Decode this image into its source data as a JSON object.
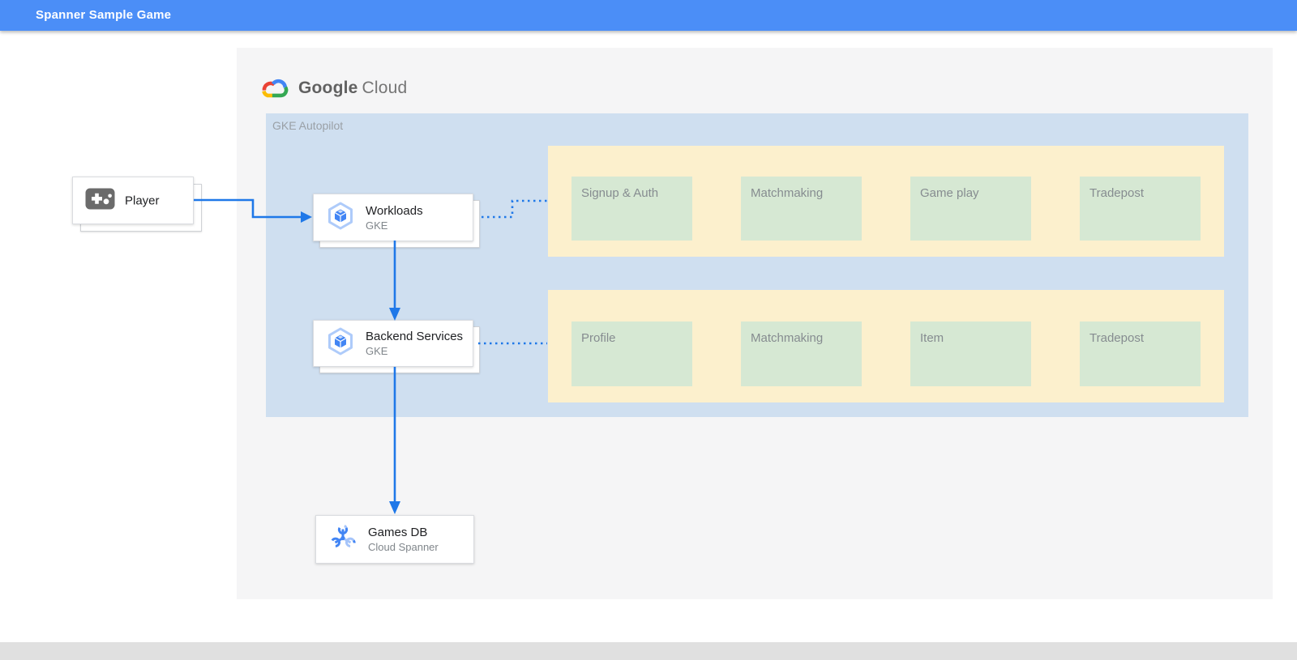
{
  "window": {
    "title": "Spanner Sample Game"
  },
  "brand": {
    "name": "Google Cloud",
    "word1": "Google",
    "word2": "Cloud"
  },
  "diagram": {
    "container_label": "GKE Autopilot",
    "nodes": {
      "player": {
        "label": "Player"
      },
      "workloads": {
        "title": "Workloads",
        "subtitle": "GKE"
      },
      "backend_services": {
        "title": "Backend Services",
        "subtitle": "GKE"
      },
      "games_db": {
        "title": "Games DB",
        "subtitle": "Cloud Spanner"
      }
    },
    "frontend_group": {
      "services": [
        "Signup & Auth",
        "Matchmaking",
        "Game play",
        "Tradepost"
      ]
    },
    "backend_group": {
      "services": [
        "Profile",
        "Matchmaking",
        "Item",
        "Tradepost"
      ]
    },
    "connections": [
      "player -> workloads (solid arrow)",
      "workloads -> backend_services (solid arrow)",
      "backend_services -> games_db (solid arrow)",
      "workloads -> frontend_group (dotted)",
      "backend_services -> backend_group (dotted)"
    ]
  },
  "icons": {
    "gamepad": "gamepad-icon",
    "gke": "gke-hexagon-icon",
    "spanner": "cloud-spanner-icon",
    "google_cloud": "google-cloud-logo-icon"
  },
  "colors": {
    "header_blue": "#4b8ef7",
    "arrow_blue": "#1f78e8",
    "gke_container_blue": "#cfdff0",
    "service_group_yellow": "#fcf0cd",
    "service_green": "#d6e8d3",
    "canvas_gray": "#f5f5f6",
    "footer_gray": "#e0e0e0",
    "label_gray": "#9aa0a6"
  }
}
